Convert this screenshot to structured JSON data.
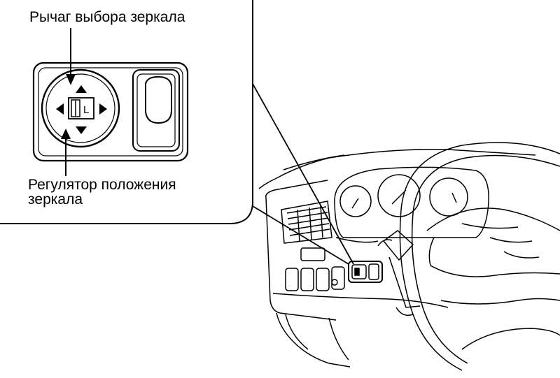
{
  "labels": {
    "selector_lever": "Рычаг выбора зеркала",
    "position_adjuster_line1": "Регулятор положения",
    "position_adjuster_line2": "зеркала"
  },
  "switch": {
    "side_mark": "L"
  },
  "colors": {
    "ink": "#000000",
    "paper": "#ffffff"
  }
}
